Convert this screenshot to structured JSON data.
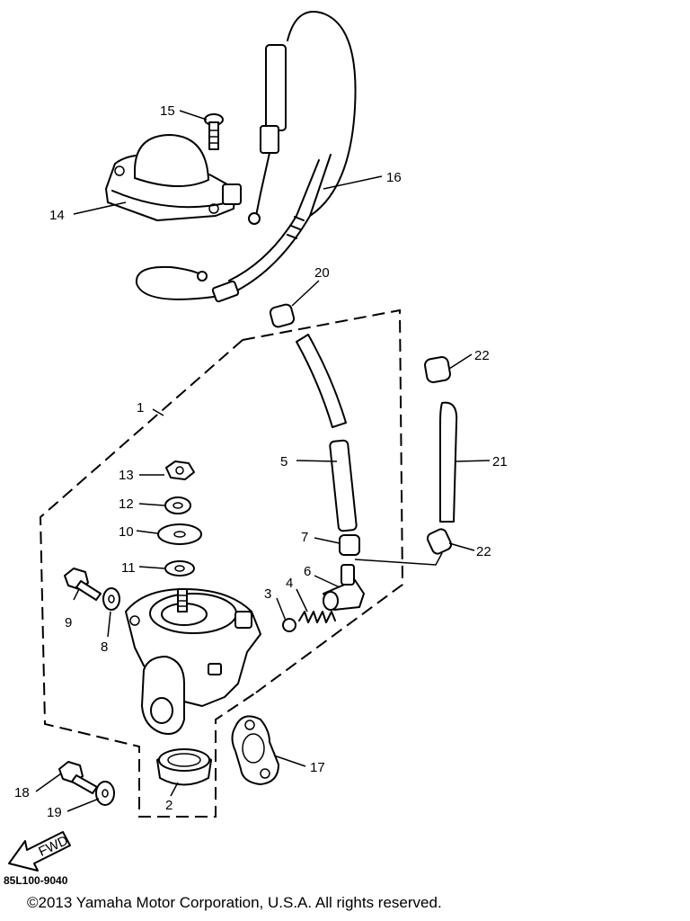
{
  "callouts": [
    {
      "id": "1",
      "text": "1"
    },
    {
      "id": "2",
      "text": "2"
    },
    {
      "id": "3",
      "text": "3"
    },
    {
      "id": "4",
      "text": "4"
    },
    {
      "id": "5",
      "text": "5"
    },
    {
      "id": "6",
      "text": "6"
    },
    {
      "id": "7",
      "text": "7"
    },
    {
      "id": "8",
      "text": "8"
    },
    {
      "id": "9",
      "text": "9"
    },
    {
      "id": "10",
      "text": "10"
    },
    {
      "id": "11",
      "text": "11"
    },
    {
      "id": "12",
      "text": "12"
    },
    {
      "id": "13",
      "text": "13"
    },
    {
      "id": "14",
      "text": "14"
    },
    {
      "id": "15",
      "text": "15"
    },
    {
      "id": "16",
      "text": "16"
    },
    {
      "id": "17",
      "text": "17"
    },
    {
      "id": "18",
      "text": "18"
    },
    {
      "id": "19",
      "text": "19"
    },
    {
      "id": "20",
      "text": "20"
    },
    {
      "id": "21",
      "text": "21"
    },
    {
      "id": "22a",
      "text": "22"
    },
    {
      "id": "22b",
      "text": "22"
    }
  ],
  "fwd_label": "FWD",
  "part_code": "85L100-9040",
  "copyright": "©2013 Yamaha Motor Corporation, U.S.A. All rights reserved."
}
